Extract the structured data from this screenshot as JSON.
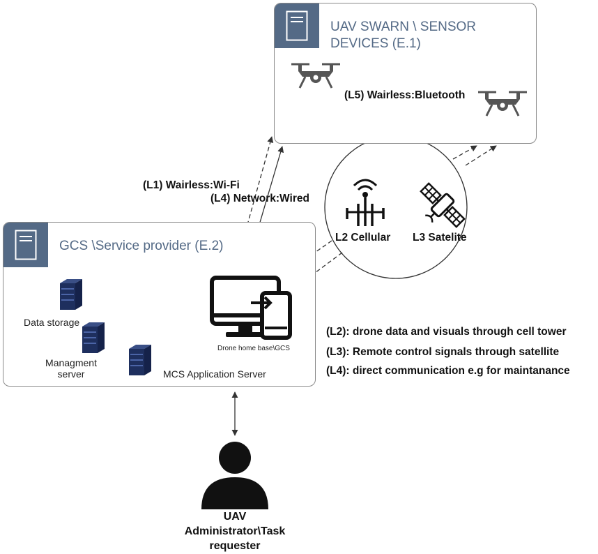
{
  "uav_box": {
    "title_line1": "UAV SWARN \\ SENSOR",
    "title_line2": "DEVICES (E.1)"
  },
  "gcs_box": {
    "title": "GCS \\Service provider (E.2)"
  },
  "links": {
    "l1": "(L1) Wairless:Wi-Fi",
    "l4": "(L4) Network:Wired",
    "l5": "(L5) Wairless:Bluetooth"
  },
  "comm": {
    "cellular": "L2 Cellular",
    "satellite": "L3 Satelite"
  },
  "servers": {
    "data_storage": "Data storage",
    "management_line1": "Managment",
    "management_line2": "server",
    "mcs": "MCS Application Server"
  },
  "gcs_device": "Drone home base\\GCS",
  "notes": [
    "(L2): drone data and visuals through cell tower",
    "(L3): Remote control signals through satellite",
    "(L4): direct communication e.g for maintanance"
  ],
  "admin": {
    "line1": "UAV",
    "line2": "Administrator\\Task",
    "line3": "requester"
  },
  "colors": {
    "box_header": "#546a86",
    "server": "#1e2f5e",
    "arrow": "#333333"
  }
}
